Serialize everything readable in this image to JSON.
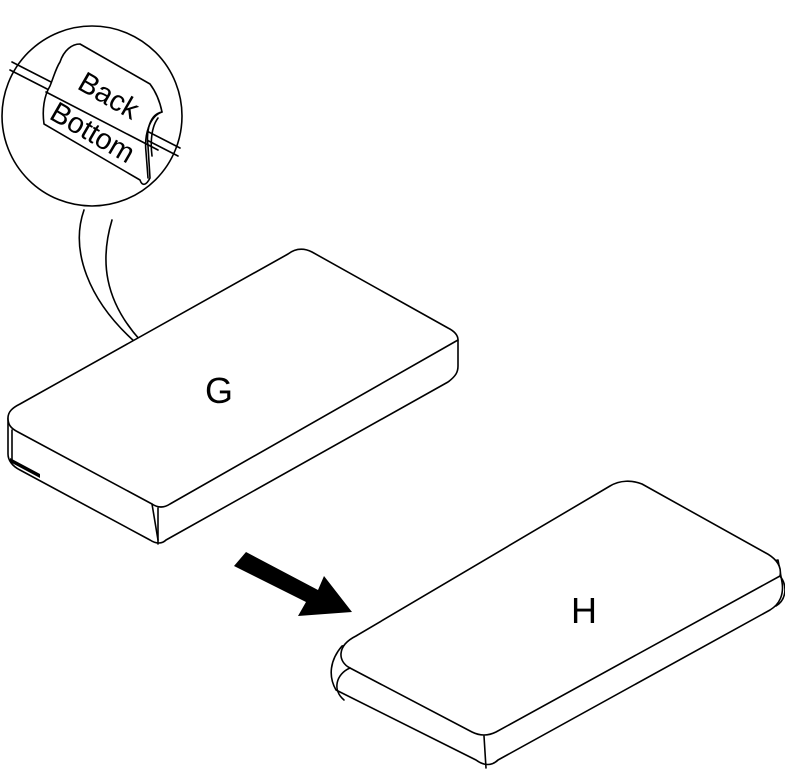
{
  "detail_callout": {
    "tag_top_label": "Back",
    "tag_bottom_label": "Bottom"
  },
  "mattress_g": {
    "label": "G"
  },
  "mattress_h": {
    "label": "H"
  },
  "colors": {
    "line": "#000000",
    "background": "#ffffff"
  },
  "icons": {
    "arrow": "flip-direction-arrow-icon"
  }
}
